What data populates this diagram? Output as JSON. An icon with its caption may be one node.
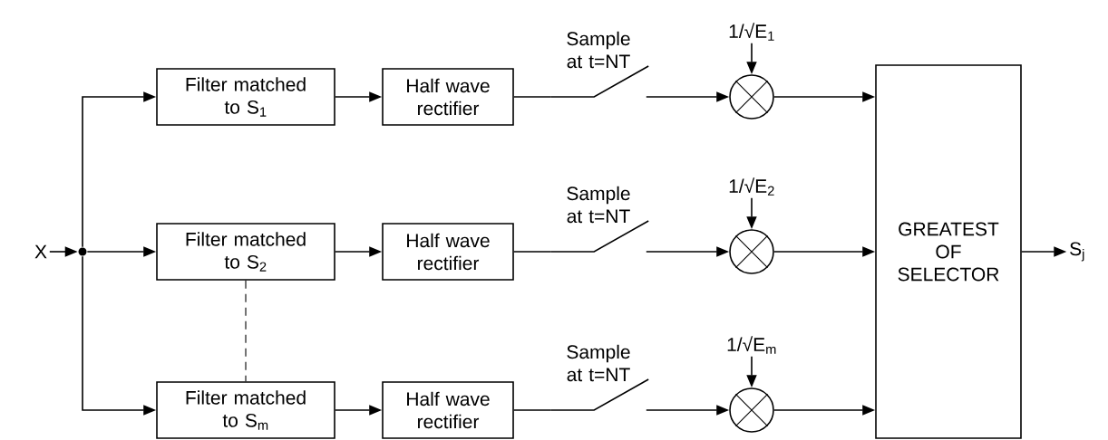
{
  "diagram": {
    "nodes": [
      {
        "text": [
          "X"
        ]
      },
      {
        "text": [],
        "shape": "circle"
      },
      {
        "text": [
          "Filter matched to S$_{1}$"
        ]
      },
      {
        "text": [
          "Filter matched to S$_{2}$"
        ]
      },
      {
        "text": [
          "Filter matched to S$_{m}$"
        ]
      },
      {
        "text": [
          "Half wave rectifier"
        ]
      },
      {
        "text": [
          "Half wave rectifier"
        ]
      },
      {
        "text": [
          "Half wave rectifier"
        ]
      },
      {
        "text": [
          "Sample at t=NT"
        ]
      },
      {
        "text": [
          "Sample at t=NT"
        ]
      },
      {
        "text": [
          "Sample at t=NT"
        ]
      },
      {
        "text": [],
        "shape": "circle"
      },
      {
        "text": [],
        "shape": "circle"
      },
      {
        "text": [],
        "shape": "circle"
      },
      {
        "text": [
          "1/√E$_{1}$"
        ]
      },
      {
        "text": [
          "1/√E$_{2}$"
        ]
      },
      {
        "text": [
          "1/√E$_{m}$"
        ]
      },
      {
        "text": [
          "GREATEST OF SELECTOR"
        ]
      },
      {
        "text": [
          "S$_{j}$"
        ]
      }
    ],
    "edges": [
      {
        "from": 0,
        "to": 1,
        "arrow": "to"
      },
      {
        "from": 1,
        "to": 2,
        "arrow": "to"
      },
      {
        "from": 1,
        "to": 3,
        "arrow": "to"
      },
      {
        "from": 1,
        "to": 4,
        "arrow": "to"
      },
      {
        "from": 2,
        "to": 5,
        "arrow": "to"
      },
      {
        "from": 3,
        "to": 6,
        "arrow": "to"
      },
      {
        "from": 4,
        "to": 7,
        "arrow": "to"
      },
      {
        "from": 3,
        "to": 4,
        "arrow": "none",
        "style": "dashed"
      },
      {
        "from": 5,
        "to": 8,
        "arrow": "none"
      },
      {
        "from": 6,
        "to": 9,
        "arrow": "none"
      },
      {
        "from": 7,
        "to": 10,
        "arrow": "none"
      },
      {
        "from": 8,
        "to": 11,
        "arrow": "to"
      },
      {
        "from": 9,
        "to": 12,
        "arrow": "to"
      },
      {
        "from": 10,
        "to": 13,
        "arrow": "to"
      },
      {
        "from": 14,
        "to": 11,
        "arrow": "to"
      },
      {
        "from": 15,
        "to": 12,
        "arrow": "to"
      },
      {
        "from": 16,
        "to": 13,
        "arrow": "to"
      },
      {
        "from": 11,
        "to": 17,
        "arrow": "to"
      },
      {
        "from": 12,
        "to": 17,
        "arrow": "to"
      },
      {
        "from": 13,
        "to": 17,
        "arrow": "to"
      },
      {
        "from": 17,
        "to": 18,
        "arrow": "to"
      }
    ]
  }
}
